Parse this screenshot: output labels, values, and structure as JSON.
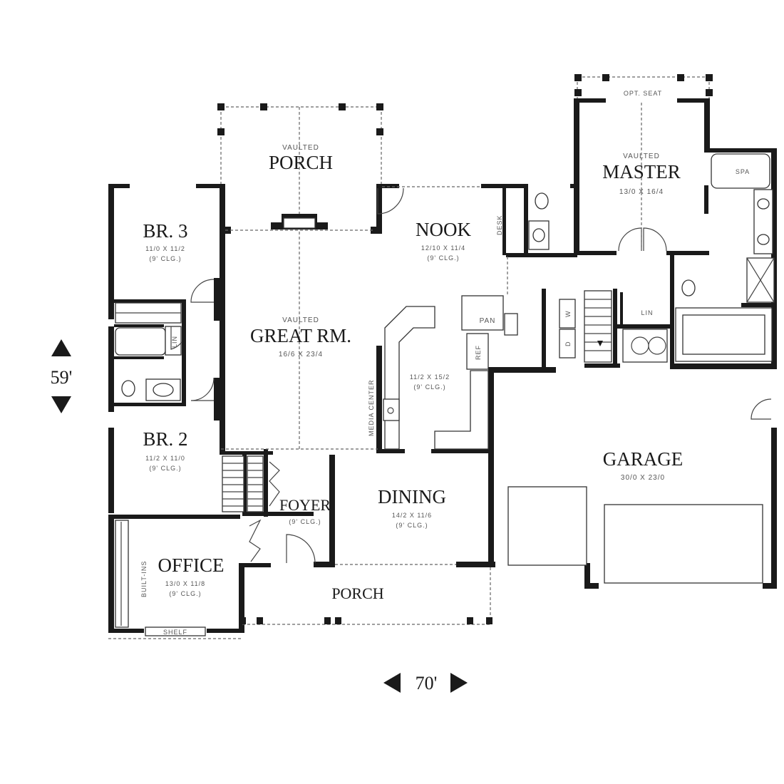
{
  "rooms": {
    "porch_rear": {
      "note": "VAULTED",
      "name": "PORCH"
    },
    "master": {
      "note": "VAULTED",
      "name": "MASTER",
      "dims": "13/0 X 16/4"
    },
    "opt_seat": "OPT. SEAT",
    "spa": "SPA",
    "br3": {
      "name": "BR. 3",
      "dims": "11/0 X 11/2",
      "ceiling": "(9' CLG.)"
    },
    "nook": {
      "name": "NOOK",
      "dims": "12/10 X 11/4",
      "ceiling": "(9' CLG.)"
    },
    "desk": "DESK",
    "great": {
      "note": "VAULTED",
      "name": "GREAT RM.",
      "dims": "16/6 X 23/4"
    },
    "lin1": "LIN",
    "lin2": "LIN",
    "pan": "PAN",
    "ref": "REF",
    "kitchen": {
      "dims": "11/2 X 15/2",
      "ceiling": "(9' CLG.)"
    },
    "media": "MEDIA CENTER",
    "br2": {
      "name": "BR. 2",
      "dims": "11/2 X 11/0",
      "ceiling": "(9' CLG.)"
    },
    "garage": {
      "name": "GARAGE",
      "dims": "30/0 X 23/0"
    },
    "foyer": {
      "name": "FOYER",
      "ceiling": "(9' CLG.)"
    },
    "dining": {
      "name": "DINING",
      "dims": "14/2 X 11/6",
      "ceiling": "(9' CLG.)"
    },
    "office": {
      "name": "OFFICE",
      "dims": "13/0 X 11/8",
      "ceiling": "(9' CLG.)"
    },
    "builtins": "BUILT-INS",
    "porch_front": {
      "name": "PORCH"
    },
    "shelf": "SHELF",
    "w": "W",
    "d": "D"
  },
  "dimensions": {
    "depth": "59'",
    "width": "70'"
  }
}
